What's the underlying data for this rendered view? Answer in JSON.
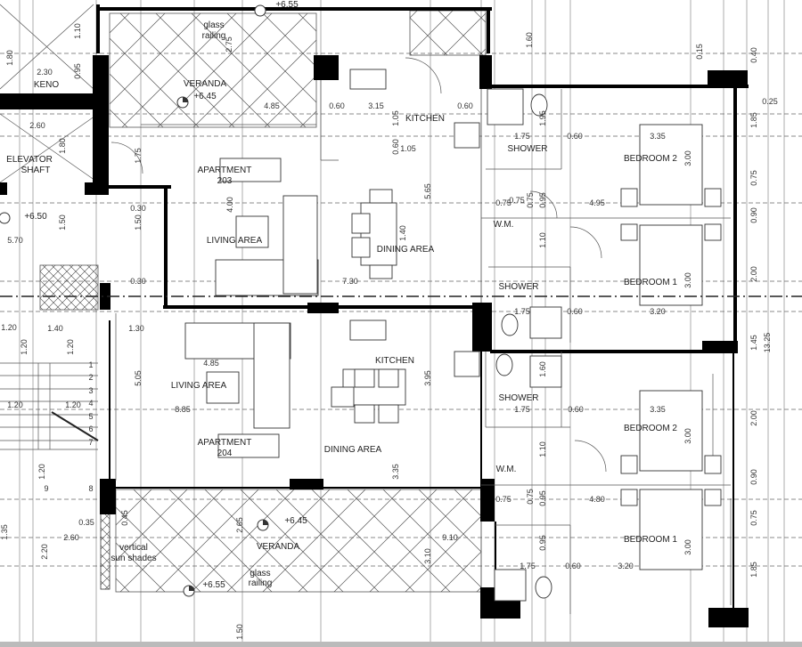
{
  "plan": {
    "colors": {
      "walls": "#000000",
      "lines": "#555555",
      "background": "#ffffff"
    },
    "labels": [
      {
        "text": "VERANDA"
      },
      {
        "text": "+6.45"
      },
      {
        "text": "glass"
      },
      {
        "text": "railing"
      },
      {
        "text": "KENO"
      },
      {
        "text": "ELEVATOR"
      },
      {
        "text": "SHAFT"
      },
      {
        "text": "APARTMENT"
      },
      {
        "text": "203"
      },
      {
        "text": "LIVING AREA"
      },
      {
        "text": "DINING AREA"
      },
      {
        "text": "KITCHEN"
      },
      {
        "text": "SHOWER"
      },
      {
        "text": "BEDROOM 2"
      },
      {
        "text": "W.M."
      },
      {
        "text": "SHOWER"
      },
      {
        "text": "BEDROOM 1"
      },
      {
        "text": "+6.50"
      },
      {
        "text": "+6.55"
      },
      {
        "text": "KITCHEN"
      },
      {
        "text": "LIVING AREA"
      },
      {
        "text": "APARTMENT"
      },
      {
        "text": "204"
      },
      {
        "text": "DINING AREA"
      },
      {
        "text": "SHOWER"
      },
      {
        "text": "BEDROOM 2"
      },
      {
        "text": "W.M."
      },
      {
        "text": "BEDROOM 1"
      },
      {
        "text": "VERANDA"
      },
      {
        "text": "+6.45"
      },
      {
        "text": "+6.55"
      },
      {
        "text": "glass"
      },
      {
        "text": "railing"
      },
      {
        "text": "vertical"
      },
      {
        "text": "sun shades"
      }
    ],
    "dimensions": [
      {
        "text": "4.85"
      },
      {
        "text": "0.60"
      },
      {
        "text": "3.15"
      },
      {
        "text": "0.60"
      },
      {
        "text": "1.05"
      },
      {
        "text": "1.75"
      },
      {
        "text": "0.60"
      },
      {
        "text": "3.35"
      },
      {
        "text": "4.95"
      },
      {
        "text": "7.30"
      },
      {
        "text": "0.30"
      },
      {
        "text": "0.30"
      },
      {
        "text": "5.70"
      },
      {
        "text": "2.60"
      },
      {
        "text": "2.30"
      },
      {
        "text": "1.20"
      },
      {
        "text": "1.40"
      },
      {
        "text": "1.30"
      },
      {
        "text": "1.20"
      },
      {
        "text": "1.20"
      },
      {
        "text": "4.85"
      },
      {
        "text": "8.85"
      },
      {
        "text": "1.75"
      },
      {
        "text": "0.60"
      },
      {
        "text": "3.35"
      },
      {
        "text": "4.80"
      },
      {
        "text": "1.75"
      },
      {
        "text": "0.60"
      },
      {
        "text": "3.20"
      },
      {
        "text": "1.75"
      },
      {
        "text": "0.60"
      },
      {
        "text": "3.20"
      },
      {
        "text": "2.60"
      },
      {
        "text": "0.35"
      },
      {
        "text": "9.10"
      },
      {
        "text": "0.75"
      },
      {
        "text": "0.75"
      },
      {
        "text": "1.80"
      },
      {
        "text": "1.10"
      },
      {
        "text": "0.95"
      },
      {
        "text": "1.80"
      },
      {
        "text": "1.50"
      },
      {
        "text": "1.50"
      },
      {
        "text": "2.75"
      },
      {
        "text": "1.75"
      },
      {
        "text": "4.00"
      },
      {
        "text": "5.65"
      },
      {
        "text": "1.05"
      },
      {
        "text": "0.60"
      },
      {
        "text": "1.40"
      },
      {
        "text": "1.60"
      },
      {
        "text": "0.15"
      },
      {
        "text": "0.40"
      },
      {
        "text": "0.25"
      },
      {
        "text": "1.85"
      },
      {
        "text": "1.95"
      },
      {
        "text": "3.00"
      },
      {
        "text": "0.75"
      },
      {
        "text": "0.90"
      },
      {
        "text": "2.00"
      },
      {
        "text": "3.00"
      },
      {
        "text": "1.10"
      },
      {
        "text": "1.45"
      },
      {
        "text": "13.25"
      },
      {
        "text": "2.00"
      },
      {
        "text": "0.90"
      },
      {
        "text": "0.75"
      },
      {
        "text": "1.85"
      },
      {
        "text": "3.00"
      },
      {
        "text": "3.00"
      },
      {
        "text": "1.60"
      },
      {
        "text": "1.10"
      },
      {
        "text": "0.95"
      },
      {
        "text": "3.10"
      },
      {
        "text": "3.95"
      },
      {
        "text": "3.35"
      },
      {
        "text": "5.05"
      },
      {
        "text": "2.65"
      },
      {
        "text": "0.45"
      },
      {
        "text": "1.35"
      },
      {
        "text": "2.20"
      },
      {
        "text": "1.50"
      },
      {
        "text": "1.20"
      },
      {
        "text": "1.20"
      },
      {
        "text": "1.20"
      },
      {
        "text": "0.95"
      },
      {
        "text": "0.75"
      },
      {
        "text": "0.95"
      },
      {
        "text": "0.75"
      },
      {
        "text": "0.75"
      }
    ],
    "stair_numbers": [
      {
        "text": "1"
      },
      {
        "text": "2"
      },
      {
        "text": "3"
      },
      {
        "text": "4"
      },
      {
        "text": "5"
      },
      {
        "text": "6"
      },
      {
        "text": "7"
      },
      {
        "text": "8"
      },
      {
        "text": "9"
      }
    ]
  }
}
